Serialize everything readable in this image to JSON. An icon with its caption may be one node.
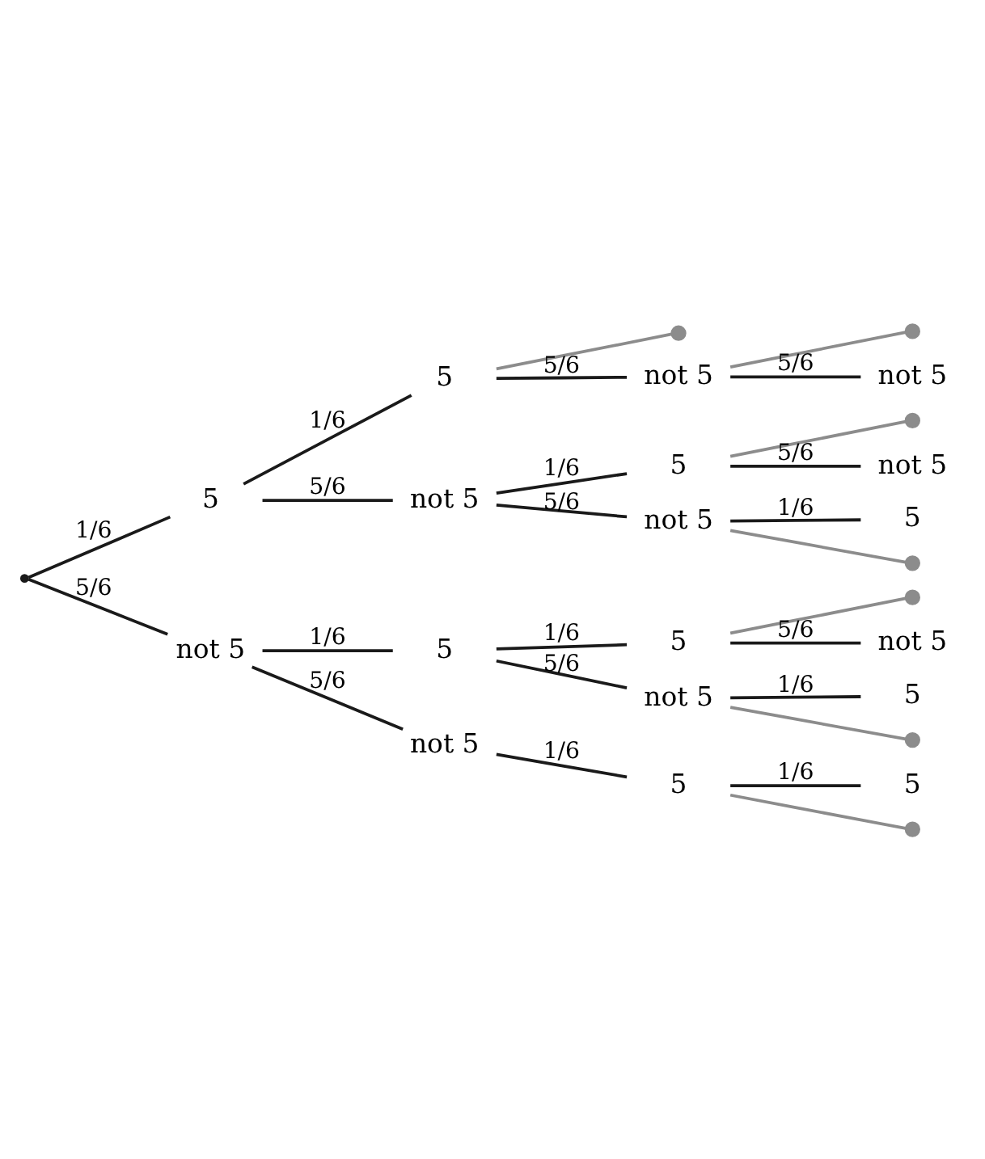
{
  "diagram": {
    "nodes": [
      {
        "text": [],
        "shape": "point"
      },
      {
        "text": [
          "5"
        ]
      },
      {
        "text": [
          "not 5"
        ]
      },
      {
        "text": [
          "5"
        ]
      },
      {
        "text": [
          "not 5"
        ]
      },
      {
        "text": [],
        "shape": "cross"
      },
      {
        "text": [
          "not 5"
        ]
      },
      {
        "text": [],
        "shape": "cross"
      },
      {
        "text": [
          "not 5"
        ]
      },
      {
        "text": [
          "5"
        ]
      },
      {
        "text": [
          "not 5"
        ]
      },
      {
        "text": [],
        "shape": "cross"
      },
      {
        "text": [
          "not 5"
        ]
      },
      {
        "text": [
          "5"
        ]
      },
      {
        "text": [],
        "shape": "cross"
      },
      {
        "text": [
          "5"
        ]
      },
      {
        "text": [
          "not 5"
        ]
      },
      {
        "text": [
          "5"
        ]
      },
      {
        "text": [
          "not 5"
        ]
      },
      {
        "text": [],
        "shape": "cross"
      },
      {
        "text": [
          "not 5"
        ]
      },
      {
        "text": [
          "5"
        ]
      },
      {
        "text": [],
        "shape": "cross"
      },
      {
        "text": [
          "5"
        ]
      },
      {
        "text": [
          "5"
        ]
      },
      {
        "text": [],
        "shape": "cross"
      }
    ],
    "edges": [
      {
        "from": 0,
        "to": 1,
        "arrow": "none",
        "label": "1/6"
      },
      {
        "from": 0,
        "to": 2,
        "arrow": "none",
        "label": "5/6"
      },
      {
        "from": 1,
        "to": 3,
        "arrow": "none",
        "label": "1/6"
      },
      {
        "from": 1,
        "to": 4,
        "arrow": "none",
        "label": "5/6"
      },
      {
        "from": 3,
        "to": 5,
        "arrow": "none",
        "color": "#8c8c8c"
      },
      {
        "from": 3,
        "to": 6,
        "arrow": "none",
        "label": "5/6"
      },
      {
        "from": 6,
        "to": 7,
        "arrow": "none",
        "color": "#8c8c8c"
      },
      {
        "from": 6,
        "to": 8,
        "arrow": "none",
        "label": "5/6"
      },
      {
        "from": 4,
        "to": 9,
        "arrow": "none",
        "label": "1/6"
      },
      {
        "from": 4,
        "to": 10,
        "arrow": "none",
        "label": "5/6"
      },
      {
        "from": 9,
        "to": 11,
        "arrow": "none",
        "color": "#8c8c8c"
      },
      {
        "from": 9,
        "to": 12,
        "arrow": "none",
        "label": "5/6"
      },
      {
        "from": 10,
        "to": 13,
        "arrow": "none",
        "label": "1/6"
      },
      {
        "from": 10,
        "to": 14,
        "arrow": "none",
        "color": "#8c8c8c"
      },
      {
        "from": 2,
        "to": 15,
        "arrow": "none",
        "label": "1/6"
      },
      {
        "from": 2,
        "to": 16,
        "arrow": "none",
        "label": "5/6"
      },
      {
        "from": 15,
        "to": 17,
        "arrow": "none",
        "label": "1/6"
      },
      {
        "from": 15,
        "to": 18,
        "arrow": "none",
        "label": "5/6"
      },
      {
        "from": 17,
        "to": 19,
        "arrow": "none",
        "color": "#8c8c8c"
      },
      {
        "from": 17,
        "to": 20,
        "arrow": "none",
        "label": "5/6"
      },
      {
        "from": 18,
        "to": 21,
        "arrow": "none",
        "label": "1/6"
      },
      {
        "from": 18,
        "to": 22,
        "arrow": "none",
        "color": "#8c8c8c"
      },
      {
        "from": 16,
        "to": 23,
        "arrow": "none",
        "label": "1/6"
      },
      {
        "from": 23,
        "to": 24,
        "arrow": "none",
        "label": "1/6"
      },
      {
        "from": 23,
        "to": 25,
        "arrow": "none",
        "color": "#8c8c8c"
      }
    ]
  }
}
